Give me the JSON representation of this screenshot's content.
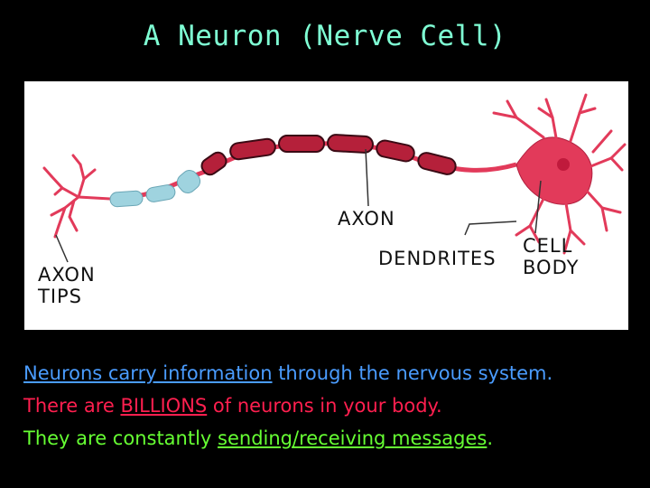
{
  "title": "A Neuron (Nerve Cell)",
  "labels": {
    "axon": "AXON",
    "axon_tips_line1": "AXON",
    "axon_tips_line2": "TIPS",
    "dendrites": "DENDRITES",
    "cell_line1": "CELL",
    "cell_line2": "BODY"
  },
  "caption": {
    "line1": {
      "part1": "Neurons carry information",
      "part2": " through the nervous system."
    },
    "line2": {
      "part1": "There are ",
      "part2": "BILLIONS",
      "part3": " of neurons in your body."
    },
    "line3": {
      "part1": "They are constantly ",
      "part2": "sending/receiving messages",
      "part3": "."
    }
  },
  "colors": {
    "title": "#7fffd4",
    "caption_line1": "#4a9cff",
    "caption_line2": "#ff1f4f",
    "caption_line3": "#66ff33",
    "neuron": "#e23a5a",
    "myelin_light": "#9fd3df",
    "myelin_dark": "#b5203a"
  }
}
